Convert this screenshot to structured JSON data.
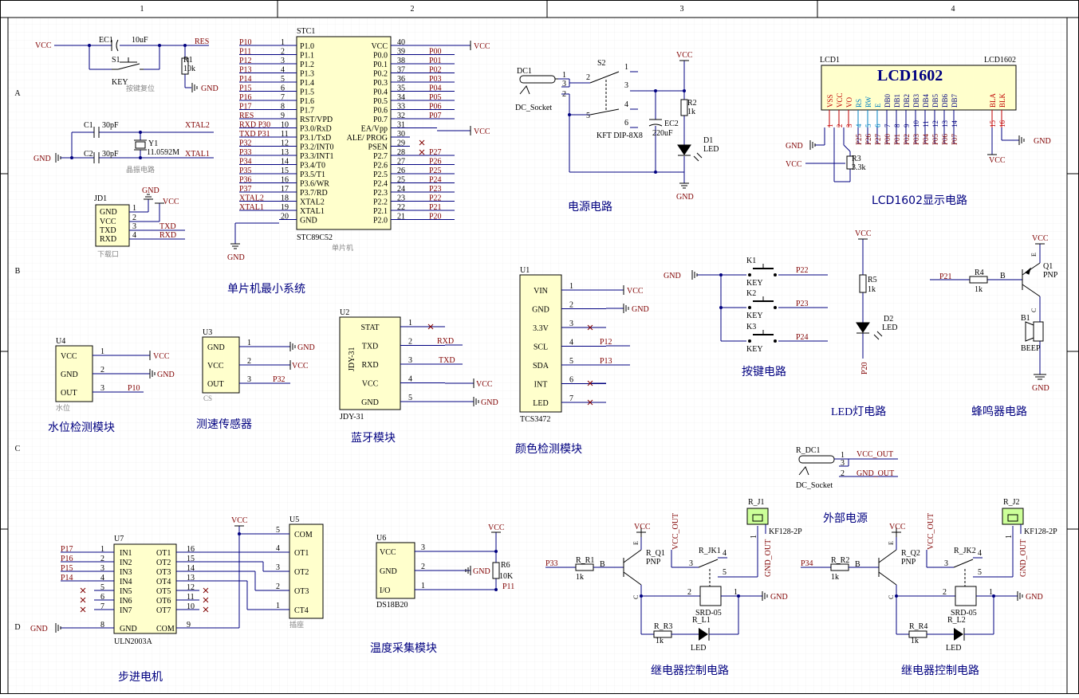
{
  "border": {
    "columns": [
      "1",
      "2",
      "3",
      "4"
    ],
    "rows": [
      "A",
      "B",
      "C",
      "D"
    ]
  },
  "net": {
    "vcc": "VCC",
    "gnd": "GND",
    "res": "RES",
    "xtal1": "XTAL1",
    "xtal2": "XTAL2",
    "txd": "TXD",
    "rxd": "RXD",
    "vcc_out": "VCC_OUT",
    "gnd_out": "GND_OUT"
  },
  "blocks": {
    "mcu": "单片机最小系统",
    "power": "电源电路",
    "lcd": "LCD1602显示电路",
    "water": "水位检测模块",
    "speed": "测速传感器",
    "bt": "蓝牙模块",
    "color": "颜色检测模块",
    "key": "按键电路",
    "led": "LED灯电路",
    "buzzer": "蜂鸣器电路",
    "ext": "外部电源",
    "motor": "步进电机",
    "temp": "温度采集模块",
    "relay1": "继电器控制电路",
    "relay2": "继电器控制电路"
  },
  "reset": {
    "ec1": "EC1",
    "ec1_val": "10uF",
    "s1": "S1",
    "key": "KEY",
    "key_caption": "按键复位",
    "r1": "R1",
    "r1_val": "10k"
  },
  "crystal": {
    "c1": "C1",
    "c1_val": "30pF",
    "c2": "C2",
    "c2_val": "30pF",
    "y1": "Y1",
    "y1_val": "11.0592M",
    "caption": "晶振电路"
  },
  "jd1": {
    "ref": "JD1",
    "pins": [
      "GND",
      "VCC",
      "TXD",
      "RXD"
    ],
    "nums": [
      "1",
      "2",
      "3",
      "4"
    ],
    "caption": "下载口"
  },
  "mcu": {
    "ref": "STC1",
    "part": "STC89C52",
    "caption": "单片机",
    "left_nets": [
      "P10",
      "P11",
      "P12",
      "P13",
      "P14",
      "P15",
      "P16",
      "P17",
      "RES",
      "RXD P30",
      "TXD P31",
      "P32",
      "P33",
      "P34",
      "P35",
      "P36",
      "P37",
      "XTAL2",
      "XTAL1",
      ""
    ],
    "left_pins": [
      "P1.0",
      "P1.1",
      "P1.2",
      "P1.3",
      "P1.4",
      "P1.5",
      "P1.6",
      "P1.7",
      "RST/VPD",
      "P3.0/RxD",
      "P3.1/TxD",
      "P3.2/INT0",
      "P3.3/INT1",
      "P3.4/T0",
      "P3.5/T1",
      "P3.6/WR",
      "P3.7/RD",
      "XTAL2",
      "XTAL1",
      "GND"
    ],
    "left_nums": [
      "1",
      "2",
      "3",
      "4",
      "5",
      "6",
      "7",
      "8",
      "9",
      "10",
      "11",
      "12",
      "13",
      "14",
      "15",
      "16",
      "17",
      "18",
      "19",
      "20"
    ],
    "right_pins": [
      "VCC",
      "P0.0",
      "P0.1",
      "P0.2",
      "P0.3",
      "P0.4",
      "P0.5",
      "P0.6",
      "P0.7",
      "EA/Vpp",
      "ALE/ PROG",
      "PSEN",
      "P2.7",
      "P2.6",
      "P2.5",
      "P2.4",
      "P2.3",
      "P2.2",
      "P2.1",
      "P2.0"
    ],
    "right_nums": [
      "40",
      "39",
      "38",
      "37",
      "36",
      "35",
      "34",
      "33",
      "32",
      "31",
      "30",
      "29",
      "28",
      "27",
      "26",
      "25",
      "24",
      "23",
      "22",
      "21"
    ],
    "right_nets": [
      "VCC",
      "P00",
      "P01",
      "P02",
      "P03",
      "P04",
      "P05",
      "P06",
      "P07",
      "VCC",
      "",
      "",
      "P27",
      "P26",
      "P25",
      "P24",
      "P23",
      "P22",
      "P21",
      "P20"
    ]
  },
  "power": {
    "dc1": "DC1",
    "dc_socket": "DC_Socket",
    "s2": "S2",
    "s2_part": "KFT DIP-8X8",
    "ec2": "EC2",
    "ec2_val": "220uF",
    "r2": "R2",
    "r2_val": "1k",
    "d1": "D1",
    "d1_val": "LED",
    "pins": [
      "1",
      "2",
      "3",
      "4",
      "5",
      "6"
    ],
    "dc_pins": [
      "1",
      "3",
      "2"
    ]
  },
  "lcd": {
    "ref": "LCD1",
    "part": "LCD1602",
    "title": "LCD1602",
    "pins": [
      "VSS",
      "VCC",
      "VO",
      "RS",
      "RW",
      "E",
      "DB0",
      "DB1",
      "DB2",
      "DB3",
      "DB4",
      "DB5",
      "DB6",
      "DB7",
      "BLA",
      "BLK"
    ],
    "nums": [
      "1",
      "2",
      "3",
      "4",
      "5",
      "6",
      "7",
      "8",
      "9",
      "10",
      "11",
      "12",
      "13",
      "14",
      "15",
      "16"
    ],
    "nets": [
      "",
      "",
      "",
      "P25",
      "P26",
      "P27",
      "P00",
      "P01",
      "P02",
      "P03",
      "P04",
      "P05",
      "P06",
      "P07",
      "",
      ""
    ],
    "r3": "R3",
    "r3_val": "3.3k"
  },
  "u4": {
    "ref": "U4",
    "pins": [
      "VCC",
      "GND",
      "OUT"
    ],
    "nums": [
      "1",
      "2",
      "3"
    ],
    "out_net": "P10",
    "caption": "水位"
  },
  "u3": {
    "ref": "U3",
    "pins": [
      "GND",
      "VCC",
      "OUT"
    ],
    "nums": [
      "1",
      "2",
      "3"
    ],
    "out_net": "P32",
    "caption": "CS"
  },
  "u2": {
    "ref": "U2",
    "part": "JDY-31",
    "side": "JDY-31",
    "pins": [
      "STAT",
      "TXD",
      "RXD",
      "VCC",
      "GND"
    ],
    "nums": [
      "1",
      "2",
      "3",
      "4",
      "5"
    ]
  },
  "u1": {
    "ref": "U1",
    "part": "TCS3472",
    "pins": [
      "VIN",
      "GND",
      "3.3V",
      "SCL",
      "SDA",
      "INT",
      "LED"
    ],
    "nums": [
      "1",
      "2",
      "3",
      "4",
      "5",
      "6",
      "7"
    ],
    "scl_net": "P12",
    "sda_net": "P13"
  },
  "keys": {
    "k1": "K1",
    "k2": "K2",
    "k3": "K3",
    "key": "KEY",
    "nets": [
      "P22",
      "P23",
      "P24"
    ]
  },
  "ledc": {
    "r5": "R5",
    "r5_val": "1k",
    "d2": "D2",
    "d2_val": "LED",
    "net": "P20"
  },
  "buzzer": {
    "r4": "R4",
    "r4_val": "1k",
    "q1": "Q1",
    "q1_val": "PNP",
    "b1": "B1",
    "b1_val": "BEEP",
    "net": "P21",
    "b": "B",
    "e": "E",
    "c": "C"
  },
  "ext": {
    "ref": "R_DC1",
    "part": "DC_Socket",
    "pins": [
      "1",
      "3",
      "2"
    ]
  },
  "u7": {
    "ref": "U7",
    "part": "ULN2003A",
    "in_pins": [
      "IN1",
      "IN2",
      "IN3",
      "IN4",
      "IN5",
      "IN6",
      "IN7",
      "GND"
    ],
    "in_nums": [
      "1",
      "2",
      "3",
      "4",
      "5",
      "6",
      "7",
      "8"
    ],
    "out_pins": [
      "OT1",
      "OT2",
      "OT3",
      "OT4",
      "OT5",
      "OT6",
      "OT7",
      "COM"
    ],
    "out_nums": [
      "16",
      "15",
      "14",
      "13",
      "12",
      "11",
      "10",
      "9"
    ],
    "in_nets": [
      "P17",
      "P16",
      "P15",
      "P14"
    ]
  },
  "u5": {
    "ref": "U5",
    "pins": [
      "COM",
      "OT1",
      "OT2",
      "OT3",
      "CT4"
    ],
    "nums": [
      "5",
      "4",
      "3",
      "2",
      "1"
    ],
    "caption": "插座"
  },
  "u6": {
    "ref": "U6",
    "part": "DS18B20",
    "pins": [
      "VCC",
      "GND",
      "I/O"
    ],
    "nums": [
      "3",
      "2",
      "1"
    ],
    "r6": "R6",
    "r6_val": "10K",
    "net": "P11"
  },
  "relay1": {
    "net": "P33",
    "r1": "R_R1",
    "r1_val": "1k",
    "q": "R_Q1",
    "q_val": "PNP",
    "jk": "R_JK1",
    "srd": "SRD-05",
    "l": "R_L1",
    "l_val": "LED",
    "r3": "R_R3",
    "r3_val": "1k",
    "j": "R_J1",
    "j_part": "KF128-2P",
    "pins": [
      "1",
      "2",
      "3",
      "4",
      "5"
    ]
  },
  "relay2": {
    "net": "P34",
    "r1": "R_R2",
    "r1_val": "1k",
    "q": "R_Q2",
    "q_val": "PNP",
    "jk": "R_JK2",
    "srd": "SRD-05",
    "l": "R_L2",
    "l_val": "LED",
    "r3": "R_R4",
    "r3_val": "1k",
    "j": "R_J2",
    "j_part": "KF128-2P",
    "pins": [
      "1",
      "2",
      "3",
      "4",
      "5"
    ]
  },
  "colors": {
    "wire": "#000080",
    "ref": "#000000",
    "net": "#800000",
    "pin": "#000000",
    "label": "#000080",
    "sheet": "#f2f2f2",
    "frame": "#000080",
    "chip": "#000000",
    "lcd_fill": "#ffffcc",
    "conn_fill": "#ccff99"
  }
}
